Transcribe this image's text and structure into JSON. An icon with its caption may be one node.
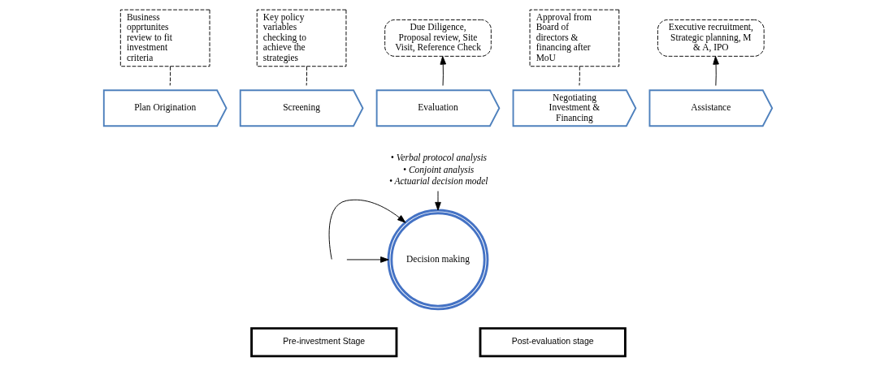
{
  "diagram": {
    "nodes": [
      {
        "text": [
          "Business opprtunites review to fit investment criteria"
        ]
      },
      {
        "text": [
          "Key policy variables checking to achieve the strategies"
        ]
      },
      {
        "text": [
          "Due Diligence, Proposal review, Site Visit, Reference Check"
        ]
      },
      {
        "text": [
          "Approval from Board of directors & financing after MoU"
        ]
      },
      {
        "text": [
          "Executive recruitment, Strategic planning, M & A, IPO"
        ]
      },
      {
        "text": [
          "Plan Origination"
        ]
      },
      {
        "text": [
          "Screening"
        ]
      },
      {
        "text": [
          "Evaluation"
        ]
      },
      {
        "text": [
          "Negotiating Investment & Financing"
        ]
      },
      {
        "text": [
          "Assistance"
        ]
      },
      {
        "text": [
          "• Verbal protocol analysis",
          "• Conjoint analysis",
          "• Actuarial decision model"
        ]
      },
      {
        "text": [
          "Decision making"
        ]
      },
      {
        "text": [
          "Pre-investment Stage"
        ]
      },
      {
        "text": [
          "Post-evaluation stage"
        ]
      }
    ],
    "edges": [
      {
        "from": 0,
        "to": 5,
        "arrow": "none",
        "style": "dashed"
      },
      {
        "from": 1,
        "to": 6,
        "arrow": "none",
        "style": "dashed"
      },
      {
        "from": 7,
        "to": 2,
        "arrow": "to"
      },
      {
        "from": 3,
        "to": 8,
        "arrow": "none",
        "style": "dashed"
      },
      {
        "from": 9,
        "to": 4,
        "arrow": "to"
      },
      {
        "from": 10,
        "to": 11,
        "arrow": "to"
      },
      {
        "from": null,
        "to": 11,
        "arrow": "to"
      },
      {
        "from": null,
        "to": 11,
        "arrow": "to"
      }
    ]
  }
}
